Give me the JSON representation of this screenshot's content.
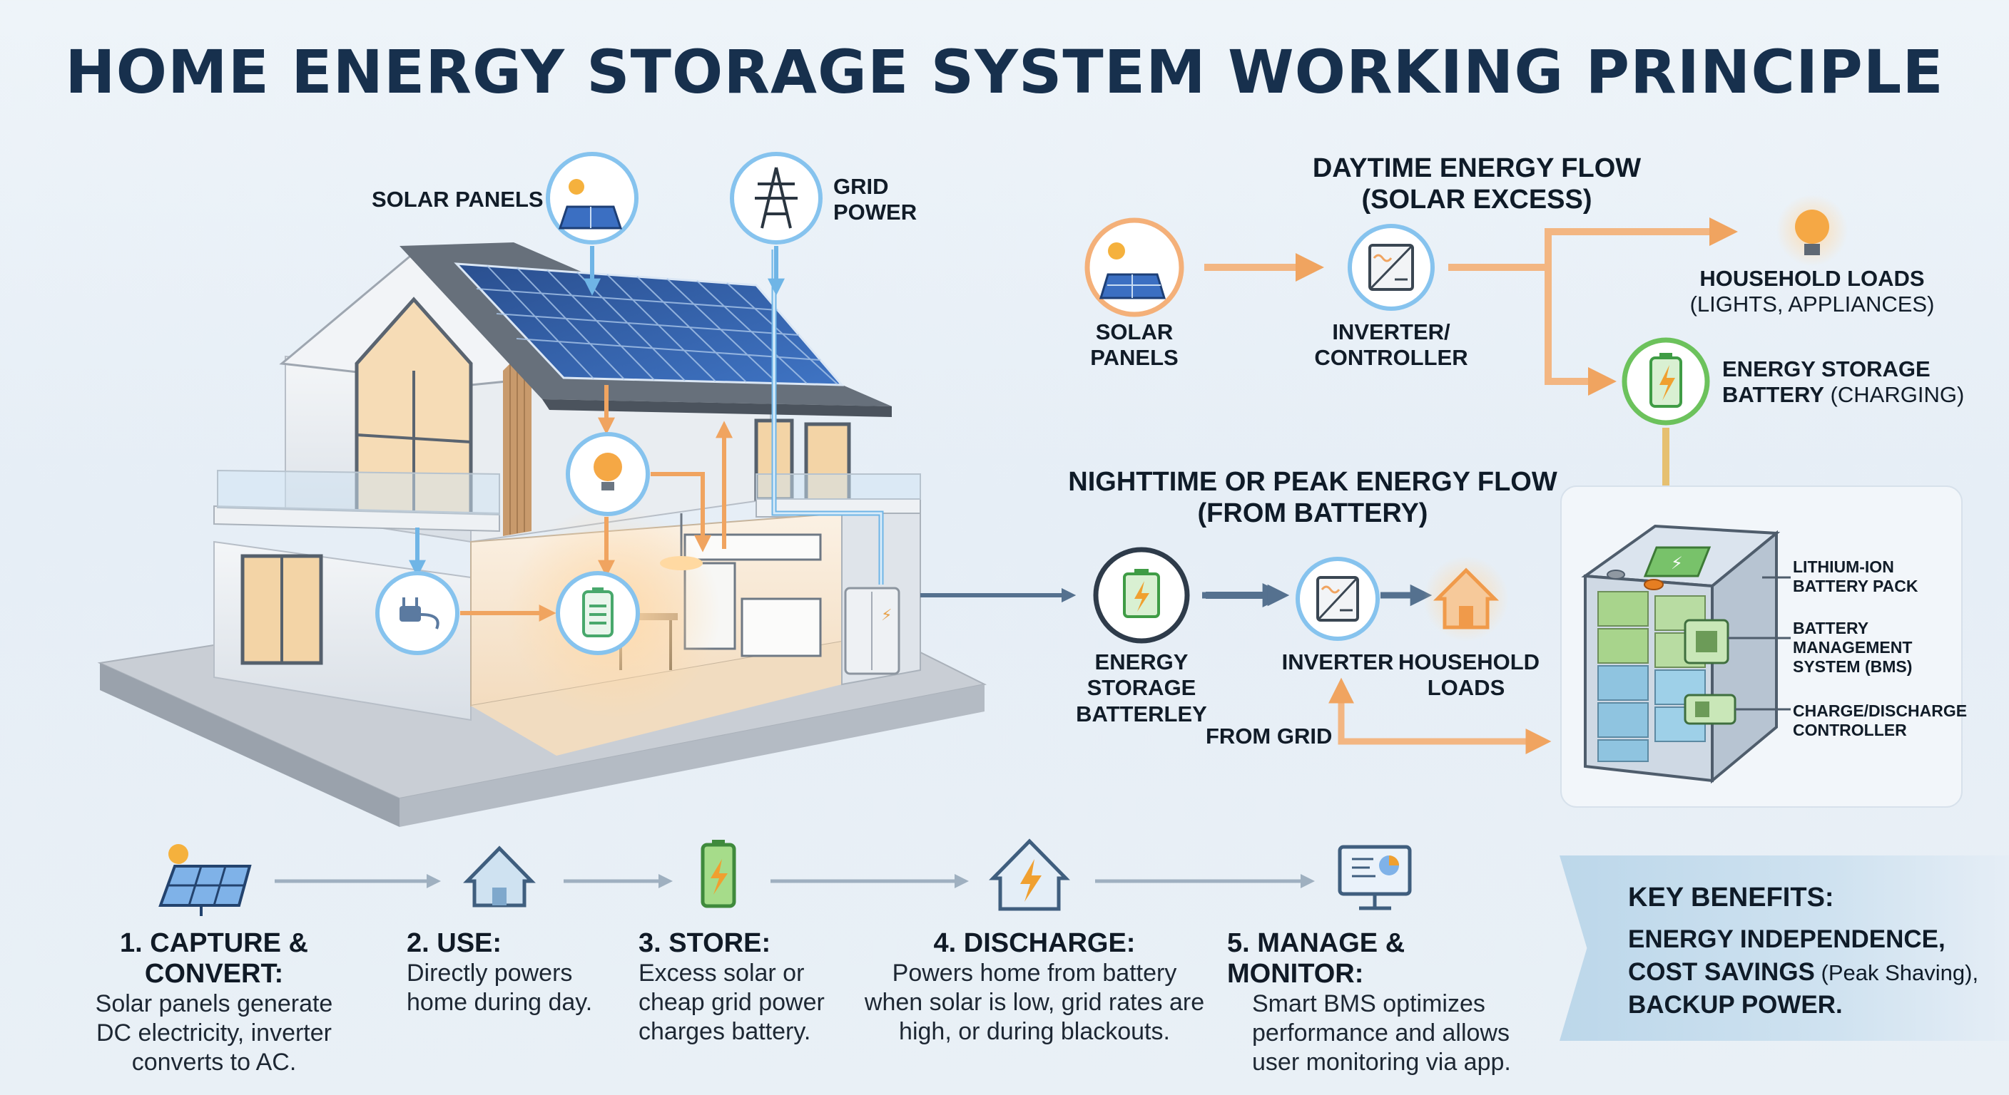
{
  "title": "HOME ENERGY STORAGE SYSTEM WORKING PRINCIPLE",
  "house": {
    "solar_panels_label": "SOLAR PANELS",
    "grid_power_label_line1": "GRID",
    "grid_power_label_line2": "POWER"
  },
  "daytime": {
    "heading_line1": "DAYTIME ENERGY FLOW",
    "heading_line2": "(SOLAR EXCESS)",
    "solar_line1": "SOLAR",
    "solar_line2": "PANELS",
    "inverter_line1": "INVERTER/",
    "inverter_line2": "CONTROLLER",
    "loads_line1": "HOUSEHOLD LOADS",
    "loads_line2": "(LIGHTS, APPLIANCES)",
    "battery_line1": "ENERGY STORAGE",
    "battery_line2_bold": "BATTERY",
    "battery_line2_normal": " (CHARGING)"
  },
  "nighttime": {
    "heading_line1": "NIGHTTIME OR PEAK ENERGY FLOW",
    "heading_line2": "(FROM BATTERY)",
    "battery_line1": "ENERGY STORAGE",
    "battery_line2": "BATTERLEY",
    "inverter": "INVERTER",
    "loads_line1": "HOUSEHOLD",
    "loads_line2": "LOADS",
    "from_grid": "FROM GRID"
  },
  "battery_detail": {
    "pack_line1": "LITHIUM-ION",
    "pack_line2": "BATTERY PACK",
    "bms_line1": "BATTERY",
    "bms_line2": "MANAGEMENT",
    "bms_line3": "SYSTEM (BMS)",
    "ctrl_line1": "CHARGE/DISCHARGE",
    "ctrl_line2": "CONTROLLER"
  },
  "steps": [
    {
      "title": "1. CAPTURE & CONVERT:",
      "l1": "Solar panels generate",
      "l2": "DC electricity, inverter",
      "l3": "converts to AC."
    },
    {
      "title": "2. USE:",
      "l1": "Directly powers",
      "l2": "home during day.",
      "l3": ""
    },
    {
      "title": "3. STORE:",
      "l1": "Excess solar or",
      "l2": "cheap grid power",
      "l3": "charges battery."
    },
    {
      "title": "4. DISCHARGE:",
      "l1": "Powers home from battery",
      "l2": "when solar is low, grid rates are",
      "l3": "high, or during blackouts."
    },
    {
      "title": "5. MANAGE & MONITOR:",
      "l1": "Smart BMS optimizes",
      "l2": "performance and allows",
      "l3": "user monitoring via app."
    }
  ],
  "benefits": {
    "heading": "KEY BENEFITS:",
    "line1": "ENERGY INDEPENDENCE,",
    "line2_bold": "COST SAVINGS",
    "line2_normal": " (Peak Shaving),",
    "line3": "BACKUP POWER."
  },
  "colors": {
    "solar_orange": "#f3a55a",
    "grid_blue": "#5aa8e0",
    "battery_green": "#5bbf4a",
    "dark_navy": "#17304d",
    "arrow_gray": "#a9b8c6"
  },
  "icons": [
    "solar-panel-icon",
    "transmission-tower-icon",
    "light-bulb-icon",
    "plug-icon",
    "battery-icon",
    "inverter-icon",
    "house-icon",
    "lightning-icon",
    "monitor-chart-icon"
  ]
}
